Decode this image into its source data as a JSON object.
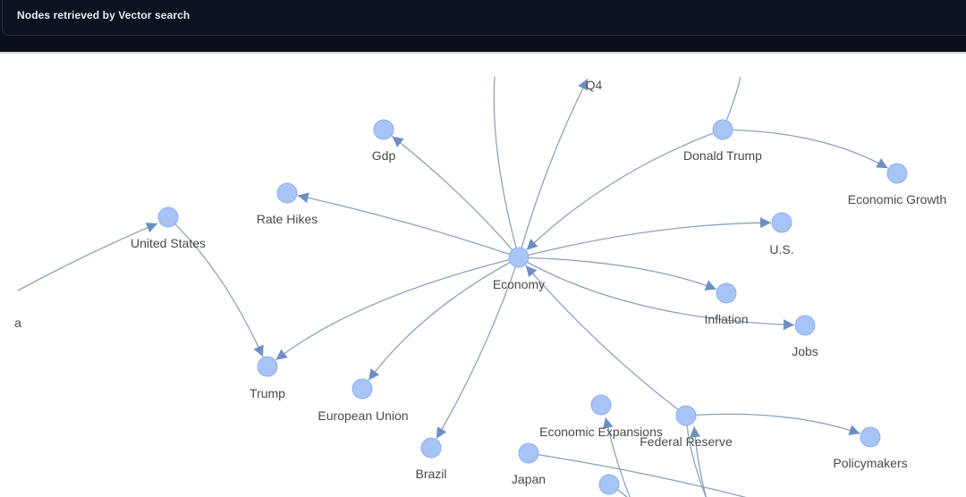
{
  "header": {
    "title": "Nodes retrieved by Vector search"
  },
  "graph": {
    "nodes": [
      {
        "id": "gdp",
        "label": "Gdp"
      },
      {
        "id": "q4",
        "label": "Q4"
      },
      {
        "id": "donald-trump",
        "label": "Donald Trump"
      },
      {
        "id": "economic-growth",
        "label": "Economic Growth"
      },
      {
        "id": "rate-hikes",
        "label": "Rate Hikes"
      },
      {
        "id": "united-states",
        "label": "United States"
      },
      {
        "id": "us",
        "label": "U.S."
      },
      {
        "id": "economy",
        "label": "Economy"
      },
      {
        "id": "inflation",
        "label": "Inflation"
      },
      {
        "id": "jobs",
        "label": "Jobs"
      },
      {
        "id": "trump",
        "label": "Trump"
      },
      {
        "id": "european-union",
        "label": "European Union"
      },
      {
        "id": "economic-expansions",
        "label": "Economic Expansions"
      },
      {
        "id": "federal-reserve",
        "label": "Federal Reserve"
      },
      {
        "id": "policymakers",
        "label": "Policymakers"
      },
      {
        "id": "brazil",
        "label": "Brazil"
      },
      {
        "id": "japan",
        "label": "Japan"
      },
      {
        "id": "node-bottom",
        "label": ""
      },
      {
        "id": "left-cut",
        "label": "a"
      }
    ],
    "edges": [
      {
        "from": "economy",
        "to": "gdp"
      },
      {
        "from": "economy",
        "to": "q4"
      },
      {
        "from": "economy",
        "to": "rate-hikes"
      },
      {
        "from": "donald-trump",
        "to": "economy"
      },
      {
        "from": "donald-trump",
        "to": "economic-growth"
      },
      {
        "from": "economy",
        "to": "us"
      },
      {
        "from": "economy",
        "to": "inflation"
      },
      {
        "from": "economy",
        "to": "jobs"
      },
      {
        "from": "economy",
        "to": "trump"
      },
      {
        "from": "economy",
        "to": "european-union"
      },
      {
        "from": "economy",
        "to": "brazil"
      },
      {
        "from": "federal-reserve",
        "to": "economy"
      },
      {
        "from": "federal-reserve",
        "to": "policymakers"
      },
      {
        "from": "united-states",
        "to": "trump"
      }
    ]
  },
  "colors": {
    "node_fill": "#a7c4f6",
    "edge": "#8fa3be",
    "arrow": "#6e8fc4",
    "label": "#4a4a4a",
    "header_bg": "#0d1220"
  }
}
